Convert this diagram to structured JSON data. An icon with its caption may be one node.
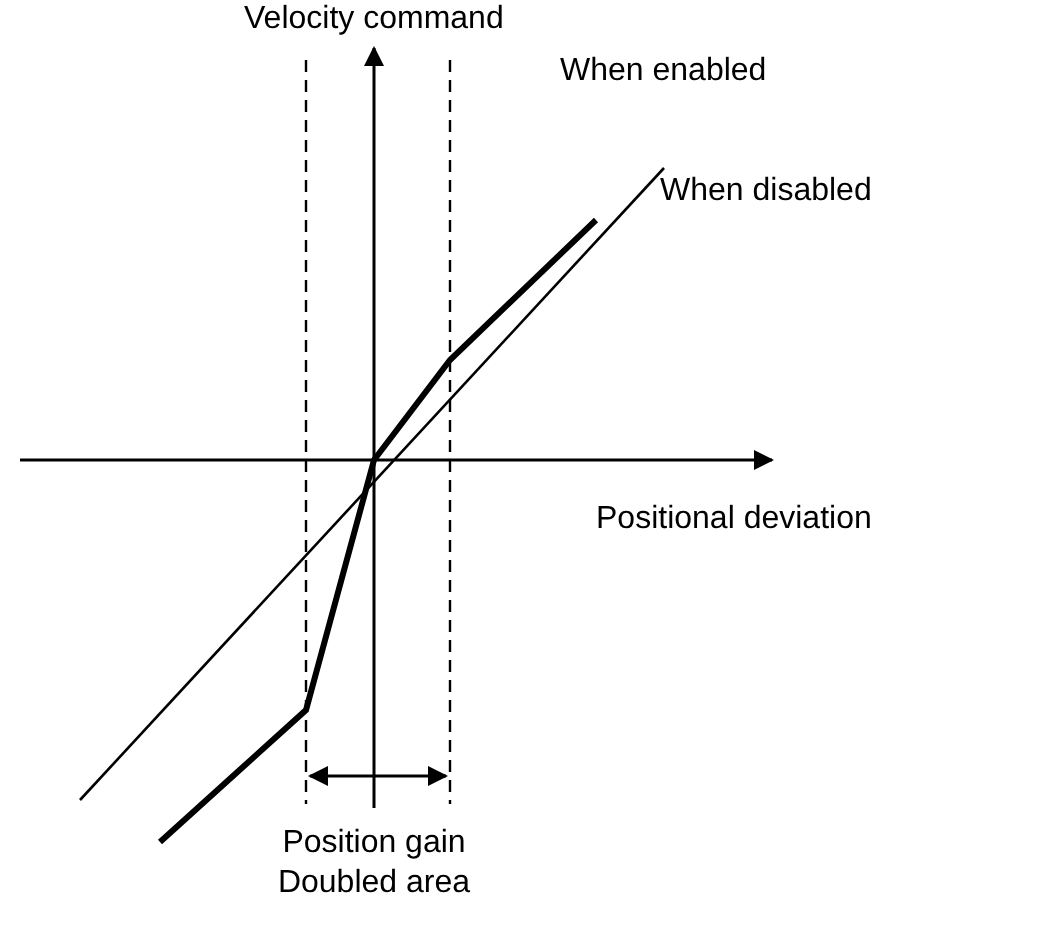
{
  "diagram": {
    "labels": [
      "Velocity command",
      "When enabled",
      "When disabled",
      "Positional deviation",
      "Position gain Doubled area"
    ]
  }
}
